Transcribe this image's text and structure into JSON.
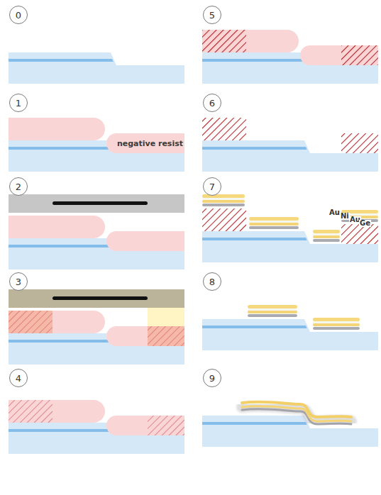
{
  "diagram": {
    "nodes": [
      {
        "text": [
          "0"
        ]
      },
      {
        "text": [
          "1"
        ]
      },
      {
        "text": [
          "2"
        ]
      },
      {
        "text": [
          "3"
        ]
      },
      {
        "text": [
          "4"
        ]
      },
      {
        "text": [
          "5"
        ]
      },
      {
        "text": [
          "6"
        ]
      },
      {
        "text": [
          "7"
        ]
      },
      {
        "text": [
          "8"
        ]
      },
      {
        "text": [
          "9"
        ]
      }
    ],
    "labels": [
      "negative resist",
      "Au",
      "Ni",
      "Au",
      "Ge"
    ]
  }
}
